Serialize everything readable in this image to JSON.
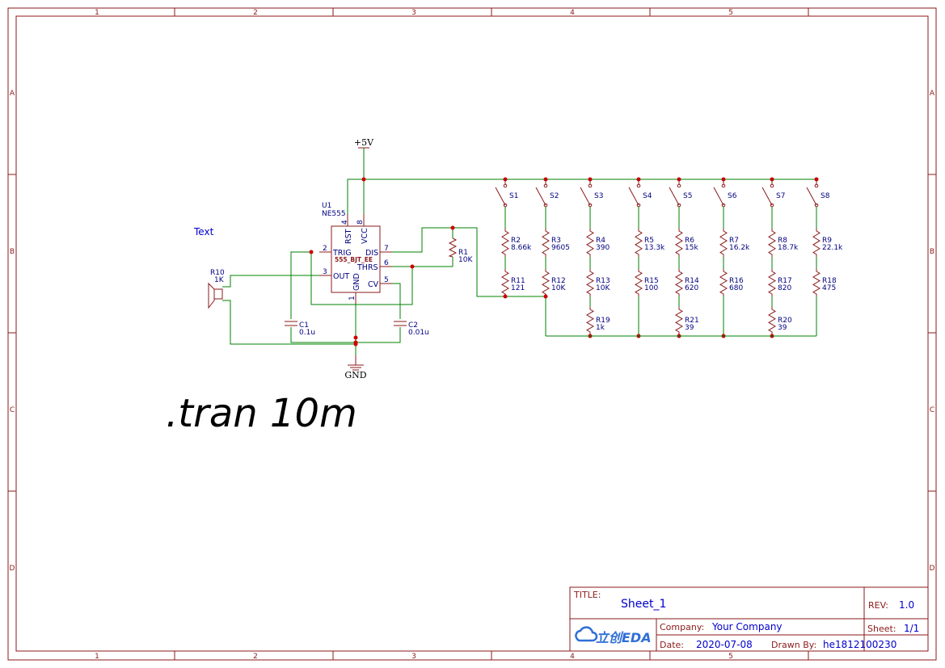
{
  "zones": {
    "columns": [
      "1",
      "2",
      "3",
      "4",
      "5"
    ],
    "rows": [
      "A",
      "B",
      "C",
      "D"
    ]
  },
  "power": {
    "supply": "+5V",
    "ground": "GND"
  },
  "timer": {
    "designator": "U1",
    "part": "NE555",
    "model": "555_BJT_EE",
    "pins": {
      "rst": {
        "name": "RST",
        "num": "4"
      },
      "vcc": {
        "name": "VCC",
        "num": "8"
      },
      "trig": {
        "name": "TRIG",
        "num": "2"
      },
      "dis": {
        "name": "DIS",
        "num": "7"
      },
      "thrs": {
        "name": "THRS",
        "num": "6"
      },
      "out": {
        "name": "OUT",
        "num": "3"
      },
      "gnd": {
        "name": "GND",
        "num": "1"
      },
      "cv": {
        "name": "CV",
        "num": "5"
      }
    }
  },
  "parts": {
    "r1": {
      "ref": "R1",
      "value": "10K"
    },
    "r10": {
      "ref": "R10",
      "value": "1K"
    },
    "c1": {
      "ref": "C1",
      "value": "0.1u"
    },
    "c2": {
      "ref": "C2",
      "value": "0.01u"
    }
  },
  "switch_columns": [
    {
      "switch": "S1",
      "upper": {
        "ref": "R2",
        "value": "8.66k"
      },
      "lower": {
        "ref": "R11",
        "value": "121"
      }
    },
    {
      "switch": "S2",
      "upper": {
        "ref": "R3",
        "value": "9605"
      },
      "lower": {
        "ref": "R12",
        "value": "10K"
      }
    },
    {
      "switch": "S3",
      "upper": {
        "ref": "R4",
        "value": "390"
      },
      "lower": {
        "ref": "R13",
        "value": "10K"
      },
      "extra": {
        "ref": "R19",
        "value": "1k"
      }
    },
    {
      "switch": "S4",
      "upper": {
        "ref": "R5",
        "value": "13.3k"
      },
      "lower": {
        "ref": "R15",
        "value": "100"
      }
    },
    {
      "switch": "S5",
      "upper": {
        "ref": "R6",
        "value": "15k"
      },
      "lower": {
        "ref": "R14",
        "value": "620"
      },
      "extra": {
        "ref": "R21",
        "value": "39"
      }
    },
    {
      "switch": "S6",
      "upper": {
        "ref": "R7",
        "value": "16.2k"
      },
      "lower": {
        "ref": "R16",
        "value": "680"
      }
    },
    {
      "switch": "S7",
      "upper": {
        "ref": "R8",
        "value": "18.7k"
      },
      "lower": {
        "ref": "R17",
        "value": "820"
      },
      "extra": {
        "ref": "R20",
        "value": "39"
      }
    },
    {
      "switch": "S8",
      "upper": {
        "ref": "R9",
        "value": "22.1k"
      },
      "lower": {
        "ref": "R18",
        "value": "475"
      }
    }
  ],
  "free_text": "Text",
  "spice_directive": ".tran 10m",
  "title_block": {
    "title_label": "TITLE:",
    "title": "Sheet_1",
    "rev_label": "REV:",
    "rev": "1.0",
    "company_label": "Company:",
    "company": "Your Company",
    "sheet_label": "Sheet:",
    "sheet": "1/1",
    "date_label": "Date:",
    "date": "2020-07-08",
    "drawn_label": "Drawn By:",
    "drawn_by": "he1812100230",
    "logo_text": "立创EDA"
  },
  "colors": {
    "frame": "#8b1a1a",
    "wire": "#008000",
    "junction": "#cc0000",
    "label": "#000080",
    "accent": "#0000cc"
  }
}
